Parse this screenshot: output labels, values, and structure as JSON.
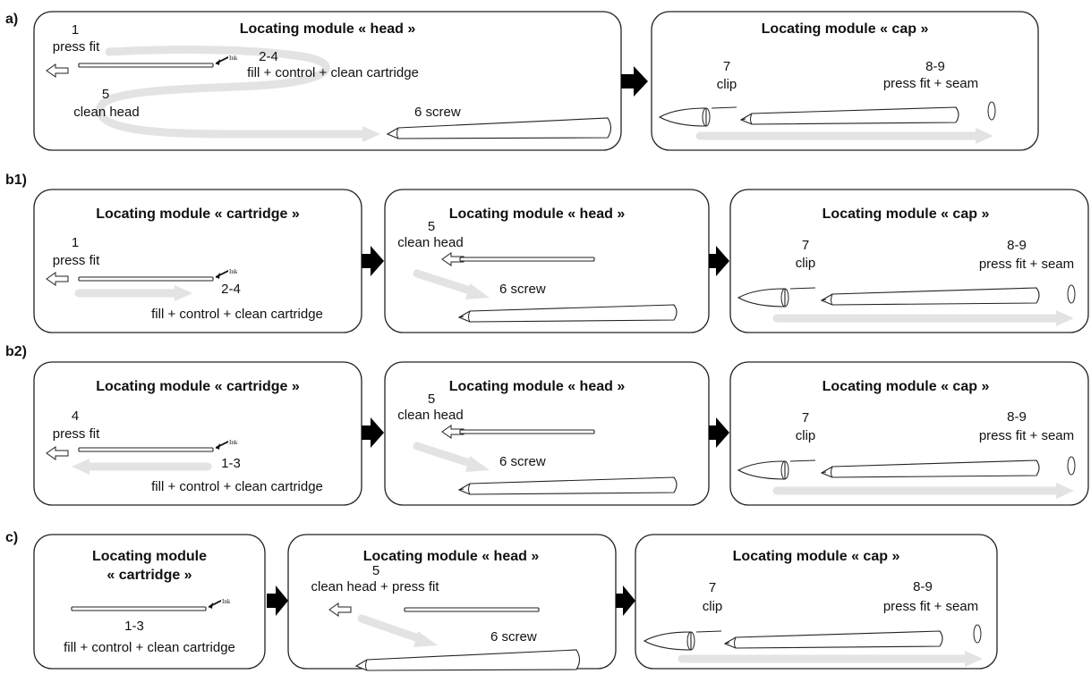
{
  "rows": {
    "a": {
      "label": "a)",
      "head": {
        "title": "Locating module « head »",
        "step1_num": "1",
        "step1_text": "press fit",
        "step24_num": "2-4",
        "step24_text": "fill + control + clean cartridge",
        "step5_num": "5",
        "step5_text": "clean head",
        "step6_text": "6  screw",
        "ink": "Ink"
      },
      "cap": {
        "title": "Locating module « cap »",
        "step7_num": "7",
        "step7_text": "clip",
        "step89_num": "8-9",
        "step89_text": "press fit + seam"
      }
    },
    "b1": {
      "label": "b1)",
      "cartridge": {
        "title": "Locating module « cartridge »",
        "step_num_left": "1",
        "step_text_left": "press fit",
        "step_num_right": "2-4",
        "step_text_right": "fill + control + clean cartridge",
        "ink": "Ink"
      },
      "head": {
        "title": "Locating module « head »",
        "step5_num": "5",
        "step5_text": "clean head",
        "step6_text": "6  screw"
      },
      "cap": {
        "title": "Locating module « cap »",
        "step7_num": "7",
        "step7_text": "clip",
        "step89_num": "8-9",
        "step89_text": "press fit + seam"
      }
    },
    "b2": {
      "label": "b2)",
      "cartridge": {
        "title": "Locating module « cartridge »",
        "step_num_left": "4",
        "step_text_left": "press fit",
        "step_num_right": "1-3",
        "step_text_right": "fill + control + clean cartridge",
        "ink": "Ink"
      },
      "head": {
        "title": "Locating module « head »",
        "step5_num": "5",
        "step5_text": "clean head",
        "step6_text": "6  screw"
      },
      "cap": {
        "title": "Locating module « cap »",
        "step7_num": "7",
        "step7_text": "clip",
        "step89_num": "8-9",
        "step89_text": "press fit + seam"
      }
    },
    "c": {
      "label": "c)",
      "cartridge": {
        "title_line1": "Locating module",
        "title_line2": "« cartridge »",
        "step_num": "1-3",
        "step_text": "fill + control + clean cartridge",
        "ink": "Ink"
      },
      "head": {
        "title": "Locating module « head »",
        "step5_num": "5",
        "step5_text": "clean head + press fit",
        "step6_text": "6   screw"
      },
      "cap": {
        "title": "Locating module « cap »",
        "step7_num": "7",
        "step7_text": "clip",
        "step89_num": "8-9",
        "step89_text": "press fit + seam"
      }
    }
  }
}
